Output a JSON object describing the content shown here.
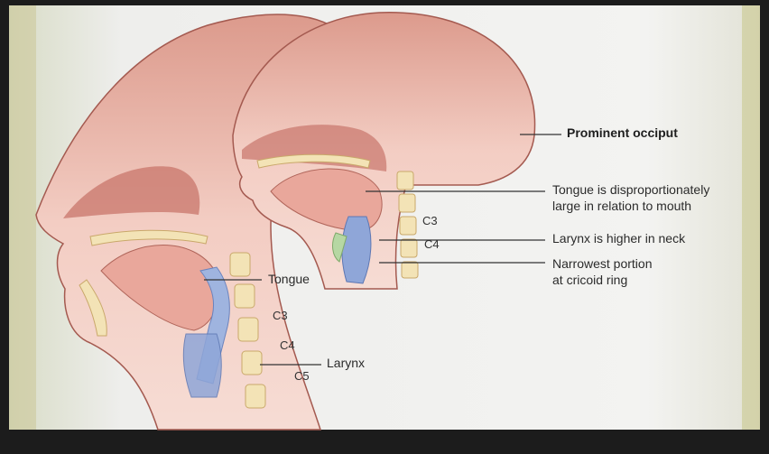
{
  "labels": {
    "prominent_occiput": "Prominent occiput",
    "tongue_large_line1": "Tongue is disproportionately",
    "tongue_large_line2": "large in relation to mouth",
    "larynx_higher": "Larynx is higher in neck",
    "narrowest_line1": "Narrowest portion",
    "narrowest_line2": "at cricoid ring",
    "infant_c3": "C3",
    "infant_c4": "C4",
    "adult_tongue": "Tongue",
    "adult_c3": "C3",
    "adult_c4": "C4",
    "adult_c5": "C5",
    "adult_larynx": "Larynx"
  },
  "colors": {
    "skin_fill": "#f1c9c0",
    "skin_outline": "#a45a50",
    "tissue_dark": "#c97a70",
    "bone": "#f3e3b6",
    "airway_blue": "#8fa6d8",
    "leader_line": "#333333",
    "photo_frame": "#222222",
    "photo_edge": "#b8b45a"
  }
}
